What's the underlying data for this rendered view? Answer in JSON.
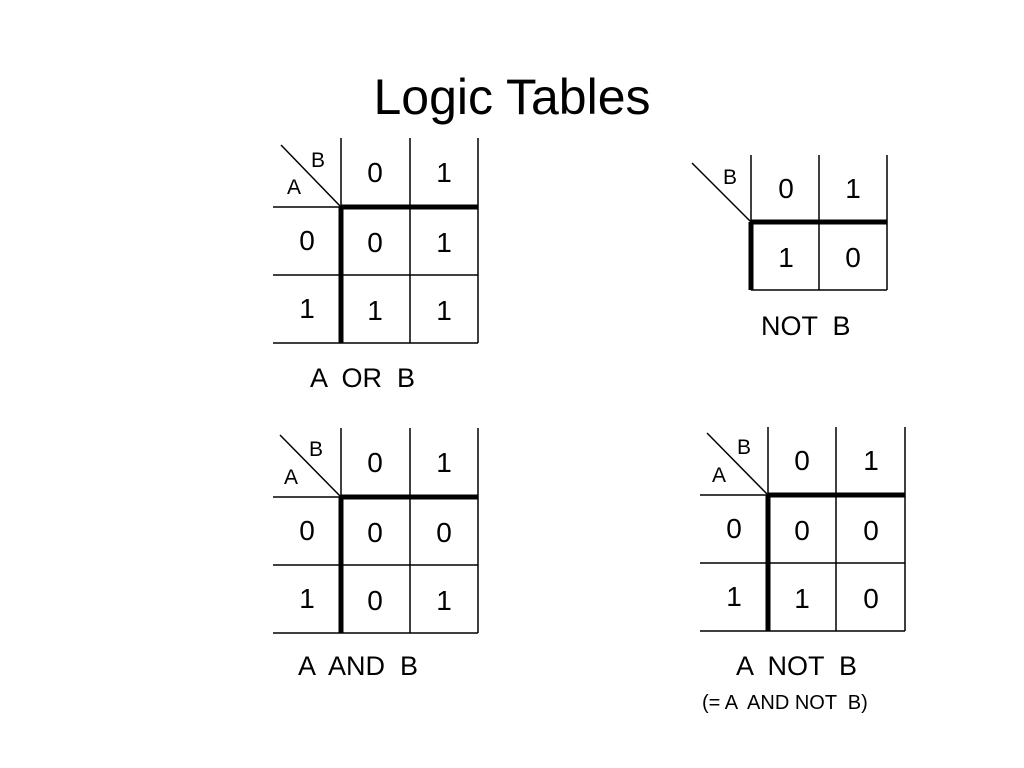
{
  "title": "Logic Tables",
  "tables": [
    {
      "id": "or",
      "col_var": "B",
      "row_var": "A",
      "col_headers": [
        "0",
        "1"
      ],
      "row_headers": [
        "0",
        "1"
      ],
      "values": [
        [
          "0",
          "1"
        ],
        [
          "1",
          "1"
        ]
      ],
      "caption": "A  OR  B"
    },
    {
      "id": "not-b",
      "col_var": "B",
      "col_headers": [
        "0",
        "1"
      ],
      "values": [
        [
          "1",
          "0"
        ]
      ],
      "caption": "NOT  B"
    },
    {
      "id": "and",
      "col_var": "B",
      "row_var": "A",
      "col_headers": [
        "0",
        "1"
      ],
      "row_headers": [
        "0",
        "1"
      ],
      "values": [
        [
          "0",
          "0"
        ],
        [
          "0",
          "1"
        ]
      ],
      "caption": "A  AND  B"
    },
    {
      "id": "a-not-b",
      "col_var": "B",
      "row_var": "A",
      "col_headers": [
        "0",
        "1"
      ],
      "row_headers": [
        "0",
        "1"
      ],
      "values": [
        [
          "0",
          "0"
        ],
        [
          "1",
          "0"
        ]
      ],
      "caption": "A  NOT  B",
      "subcaption": "(= A  AND NOT  B)"
    }
  ]
}
